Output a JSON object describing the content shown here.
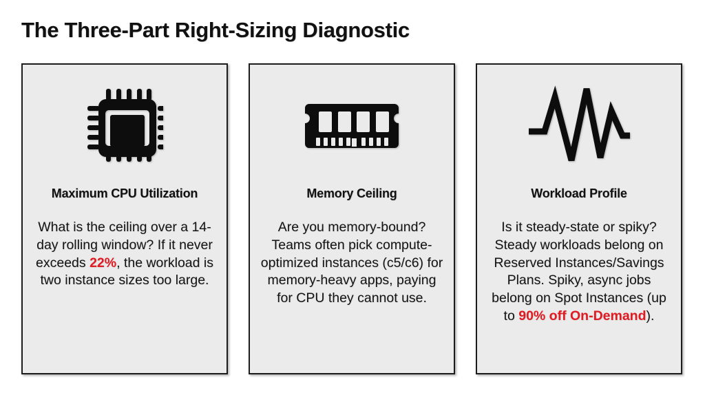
{
  "title": "The Three-Part Right-Sizing Diagnostic",
  "colors": {
    "accent_red": "#e11b22",
    "card_background": "#ebebeb",
    "card_border": "#1c1c1c",
    "page_background": "#ffffff",
    "text": "#111111"
  },
  "cards": [
    {
      "icon": "cpu-chip-icon",
      "title": "Maximum CPU Utilization",
      "body_segments": [
        {
          "text": "What is the ceiling over a 14-day rolling window? If it never exceeds ",
          "highlight": false
        },
        {
          "text": "22%",
          "highlight": true
        },
        {
          "text": ", the workload is two instance sizes too large.",
          "highlight": false
        }
      ],
      "body_text": "What is the ceiling over a 14-day rolling window? If it never exceeds 22%, the workload is two instance sizes too large."
    },
    {
      "icon": "memory-ram-icon",
      "title": "Memory Ceiling",
      "body_segments": [
        {
          "text": "Are you memory-bound? Teams often pick compute-optimized instances (c5/c6) for memory-heavy apps, paying for CPU they cannot use.",
          "highlight": false
        }
      ],
      "body_text": "Are you memory-bound? Teams often pick compute-optimized instances (c5/c6) for memory-heavy apps, paying for CPU they cannot use."
    },
    {
      "icon": "waveform-pulse-icon",
      "title": "Workload Profile",
      "body_segments": [
        {
          "text": "Is it steady-state or spiky? Steady workloads belong on Reserved Instances/Savings Plans. Spiky, async jobs belong on Spot Instances (up to ",
          "highlight": false
        },
        {
          "text": "90% off On-Demand",
          "highlight": true
        },
        {
          "text": ").",
          "highlight": false
        }
      ],
      "body_text": "Is it steady-state or spiky? Steady workloads belong on Reserved Instances/Savings Plans. Spiky, async jobs belong on Spot Instances (up to 90% off On-Demand)."
    }
  ]
}
